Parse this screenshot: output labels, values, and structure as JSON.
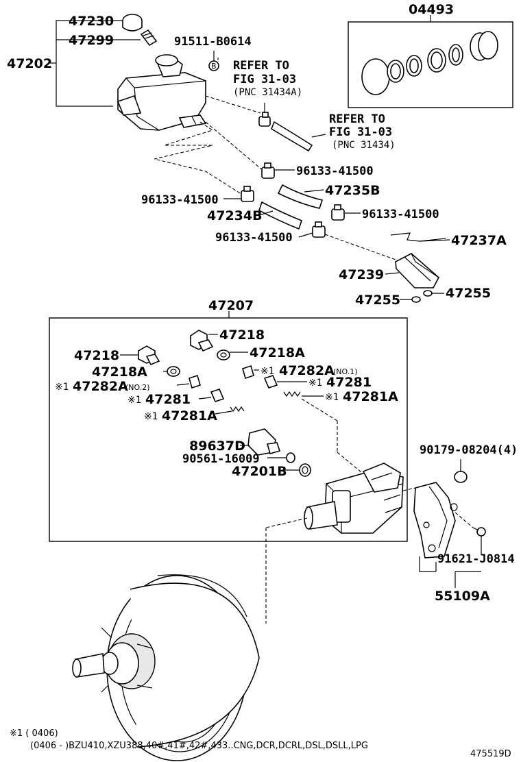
{
  "labels": {
    "p47230": "47230",
    "p47299": "47299",
    "p47202": "47202",
    "p91511": "91511-B0614",
    "b_marker": "B",
    "refer1_l1": "REFER TO",
    "refer1_l2": "FIG 31-03",
    "refer1_l3": "(PNC 31434A)",
    "refer2_l1": "REFER TO",
    "refer2_l2": "FIG 31-03",
    "refer2_l3": "(PNC 31434)",
    "p04493": "04493",
    "p96133_a": "96133-41500",
    "p47235B": "47235B",
    "p96133_b": "96133-41500",
    "p96133_c": "96133-41500",
    "p47234B": "47234B",
    "p96133_d": "96133-41500",
    "p47237A": "47237A",
    "p47239": "47239",
    "p47255_l": "47255",
    "p47255_r": "47255",
    "p47207": "47207",
    "p47218_top": "47218",
    "p47218_left": "47218",
    "p47218A_right": "47218A",
    "p47218A_left": "47218A",
    "note_mark_1": "※1",
    "p47282A_no1": "47282A",
    "no1": "(NO.1)",
    "note_mark_2": "※1",
    "p47282A_no2": "47282A",
    "no2": "(NO.2)",
    "note_mark_3": "※1",
    "p47281_right": "47281",
    "note_mark_4": "※1",
    "p47281_left": "47281",
    "note_mark_5": "※1",
    "p47281A_right": "47281A",
    "note_mark_6": "※1",
    "p47281A_left": "47281A",
    "p89637D": "89637D",
    "p90561": "90561-16009",
    "p47201B": "47201B",
    "p90179": "90179-08204(4)",
    "p91621": "91621-J0814",
    "p55109A": "55109A",
    "foot_line1": "※1 (        0406)",
    "foot_line2": "(0406 -          )BZU410,XZU388,40#,41#,42#,433..CNG,DCR,DCRL,DSL,DSLL,LPG",
    "figure_code": "475519D"
  }
}
